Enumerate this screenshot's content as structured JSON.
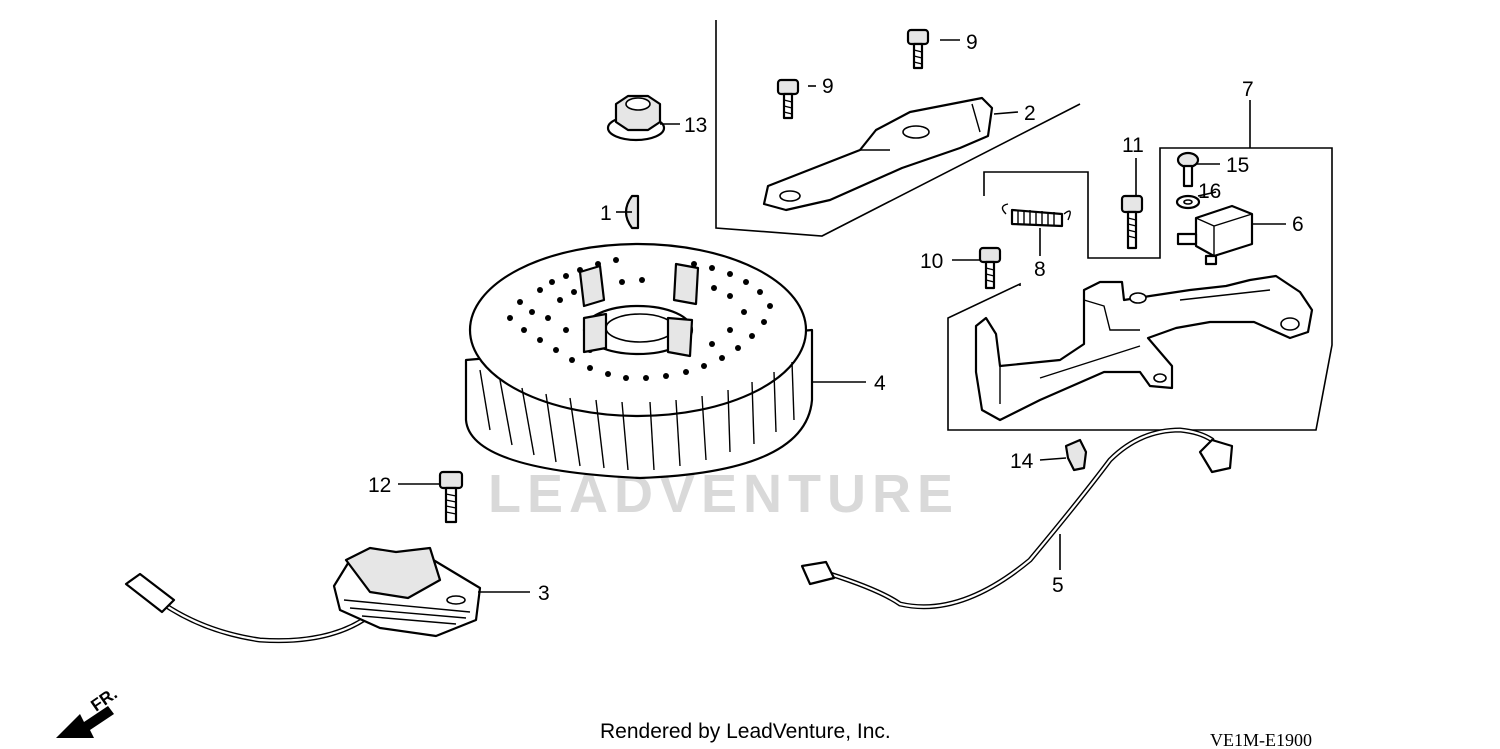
{
  "watermark": "LEADVENTURE",
  "footer_credit": "Rendered by LeadVenture, Inc.",
  "diagram_code": "VE1M-E1900",
  "front_label": "FR.",
  "callouts": {
    "c1": "1",
    "c2": "2",
    "c3": "3",
    "c4": "4",
    "c5": "5",
    "c6": "6",
    "c7": "7",
    "c8": "8",
    "c9a": "9",
    "c9b": "9",
    "c10": "10",
    "c11": "11",
    "c12": "12",
    "c13": "13",
    "c14": "14",
    "c15": "15",
    "c16": "16"
  }
}
